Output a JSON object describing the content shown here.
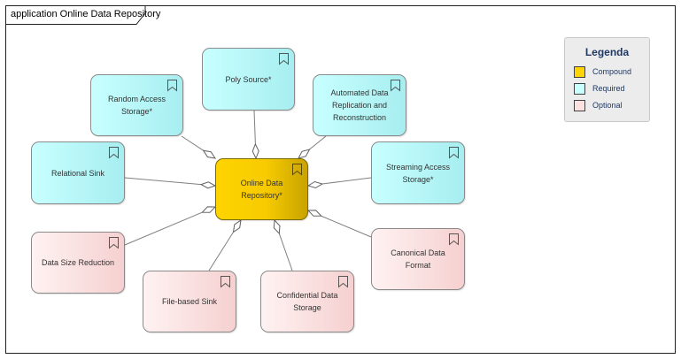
{
  "frame": {
    "title": "application Online Data Repository"
  },
  "colors": {
    "compound": "#ffd400",
    "required": "#c8ffff",
    "optional": "#fde0e0",
    "line": "#808080"
  },
  "nodes": {
    "center": {
      "label": "Online Data Repository*",
      "kind": "compound"
    },
    "poly_source": {
      "label": "Poly Source*",
      "kind": "required"
    },
    "random_access": {
      "label": "Random Access Storage*",
      "kind": "required"
    },
    "automated": {
      "label": "Automated Data Replication and Reconstruction",
      "kind": "required"
    },
    "relational": {
      "label": "Relational Sink",
      "kind": "required"
    },
    "streaming": {
      "label": "Streaming Access Storage*",
      "kind": "required"
    },
    "size_reduction": {
      "label": "Data Size Reduction",
      "kind": "optional"
    },
    "canonical": {
      "label": "Canonical Data Format",
      "kind": "optional"
    },
    "file_sink": {
      "label": "File-based Sink",
      "kind": "optional"
    },
    "confidential": {
      "label": "Confidential Data Storage",
      "kind": "optional"
    }
  },
  "legend": {
    "title": "Legenda",
    "items": [
      {
        "label": "Compound",
        "color": "#ffd400"
      },
      {
        "label": "Required",
        "color": "#c8ffff"
      },
      {
        "label": "Optional",
        "color": "#fde0e0"
      }
    ]
  },
  "icons": {
    "node_icon": "bookmark-icon"
  }
}
